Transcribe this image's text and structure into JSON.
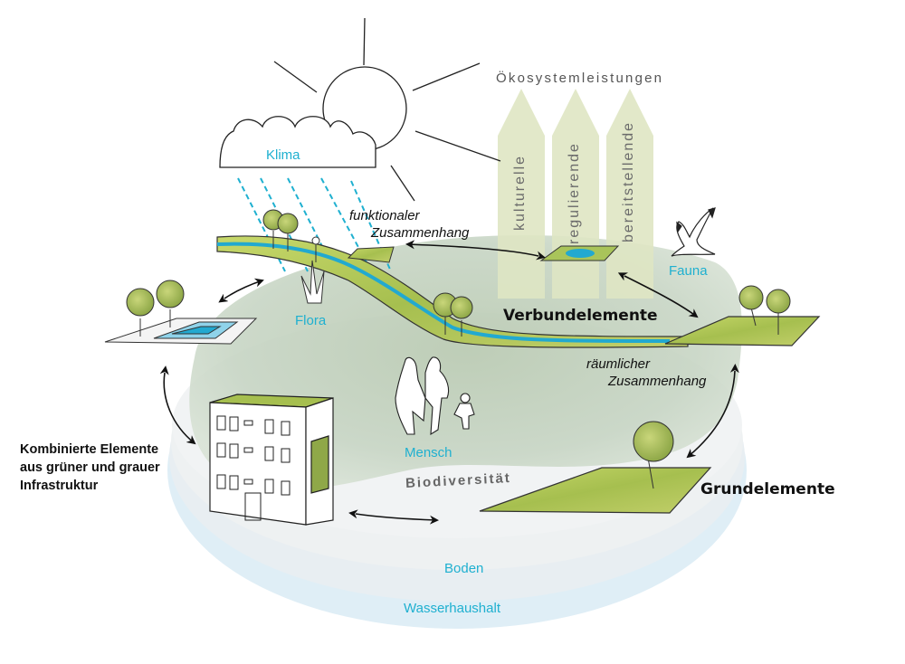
{
  "diagram": {
    "title": "Ökosystemleistungen",
    "services": [
      {
        "label": "kulturelle"
      },
      {
        "label": "regulierende"
      },
      {
        "label": "bereitstellende"
      }
    ],
    "factors": {
      "climate": "Klima",
      "flora": "Flora",
      "fauna": "Fauna",
      "human": "Mensch",
      "biodiversity": "Biodiversität",
      "soil": "Boden",
      "water": "Wasserhaushalt"
    },
    "relations": {
      "functional": [
        "funktionaler",
        "Zusammenhang"
      ],
      "spatial": [
        "räumlicher",
        "Zusammenhang"
      ]
    },
    "elements": {
      "connecting": "Verbundelemente",
      "basic": "Grundelemente",
      "combined": [
        "Kombinierte Elemente",
        "aus grüner und grauer",
        "Infrastruktur"
      ]
    },
    "colors": {
      "accent": "#1fb0d0",
      "green": "#a9c45a",
      "service_arrow": "#dfe6c4",
      "disc": "#e6f0f5",
      "water": "#22a9d0"
    }
  }
}
